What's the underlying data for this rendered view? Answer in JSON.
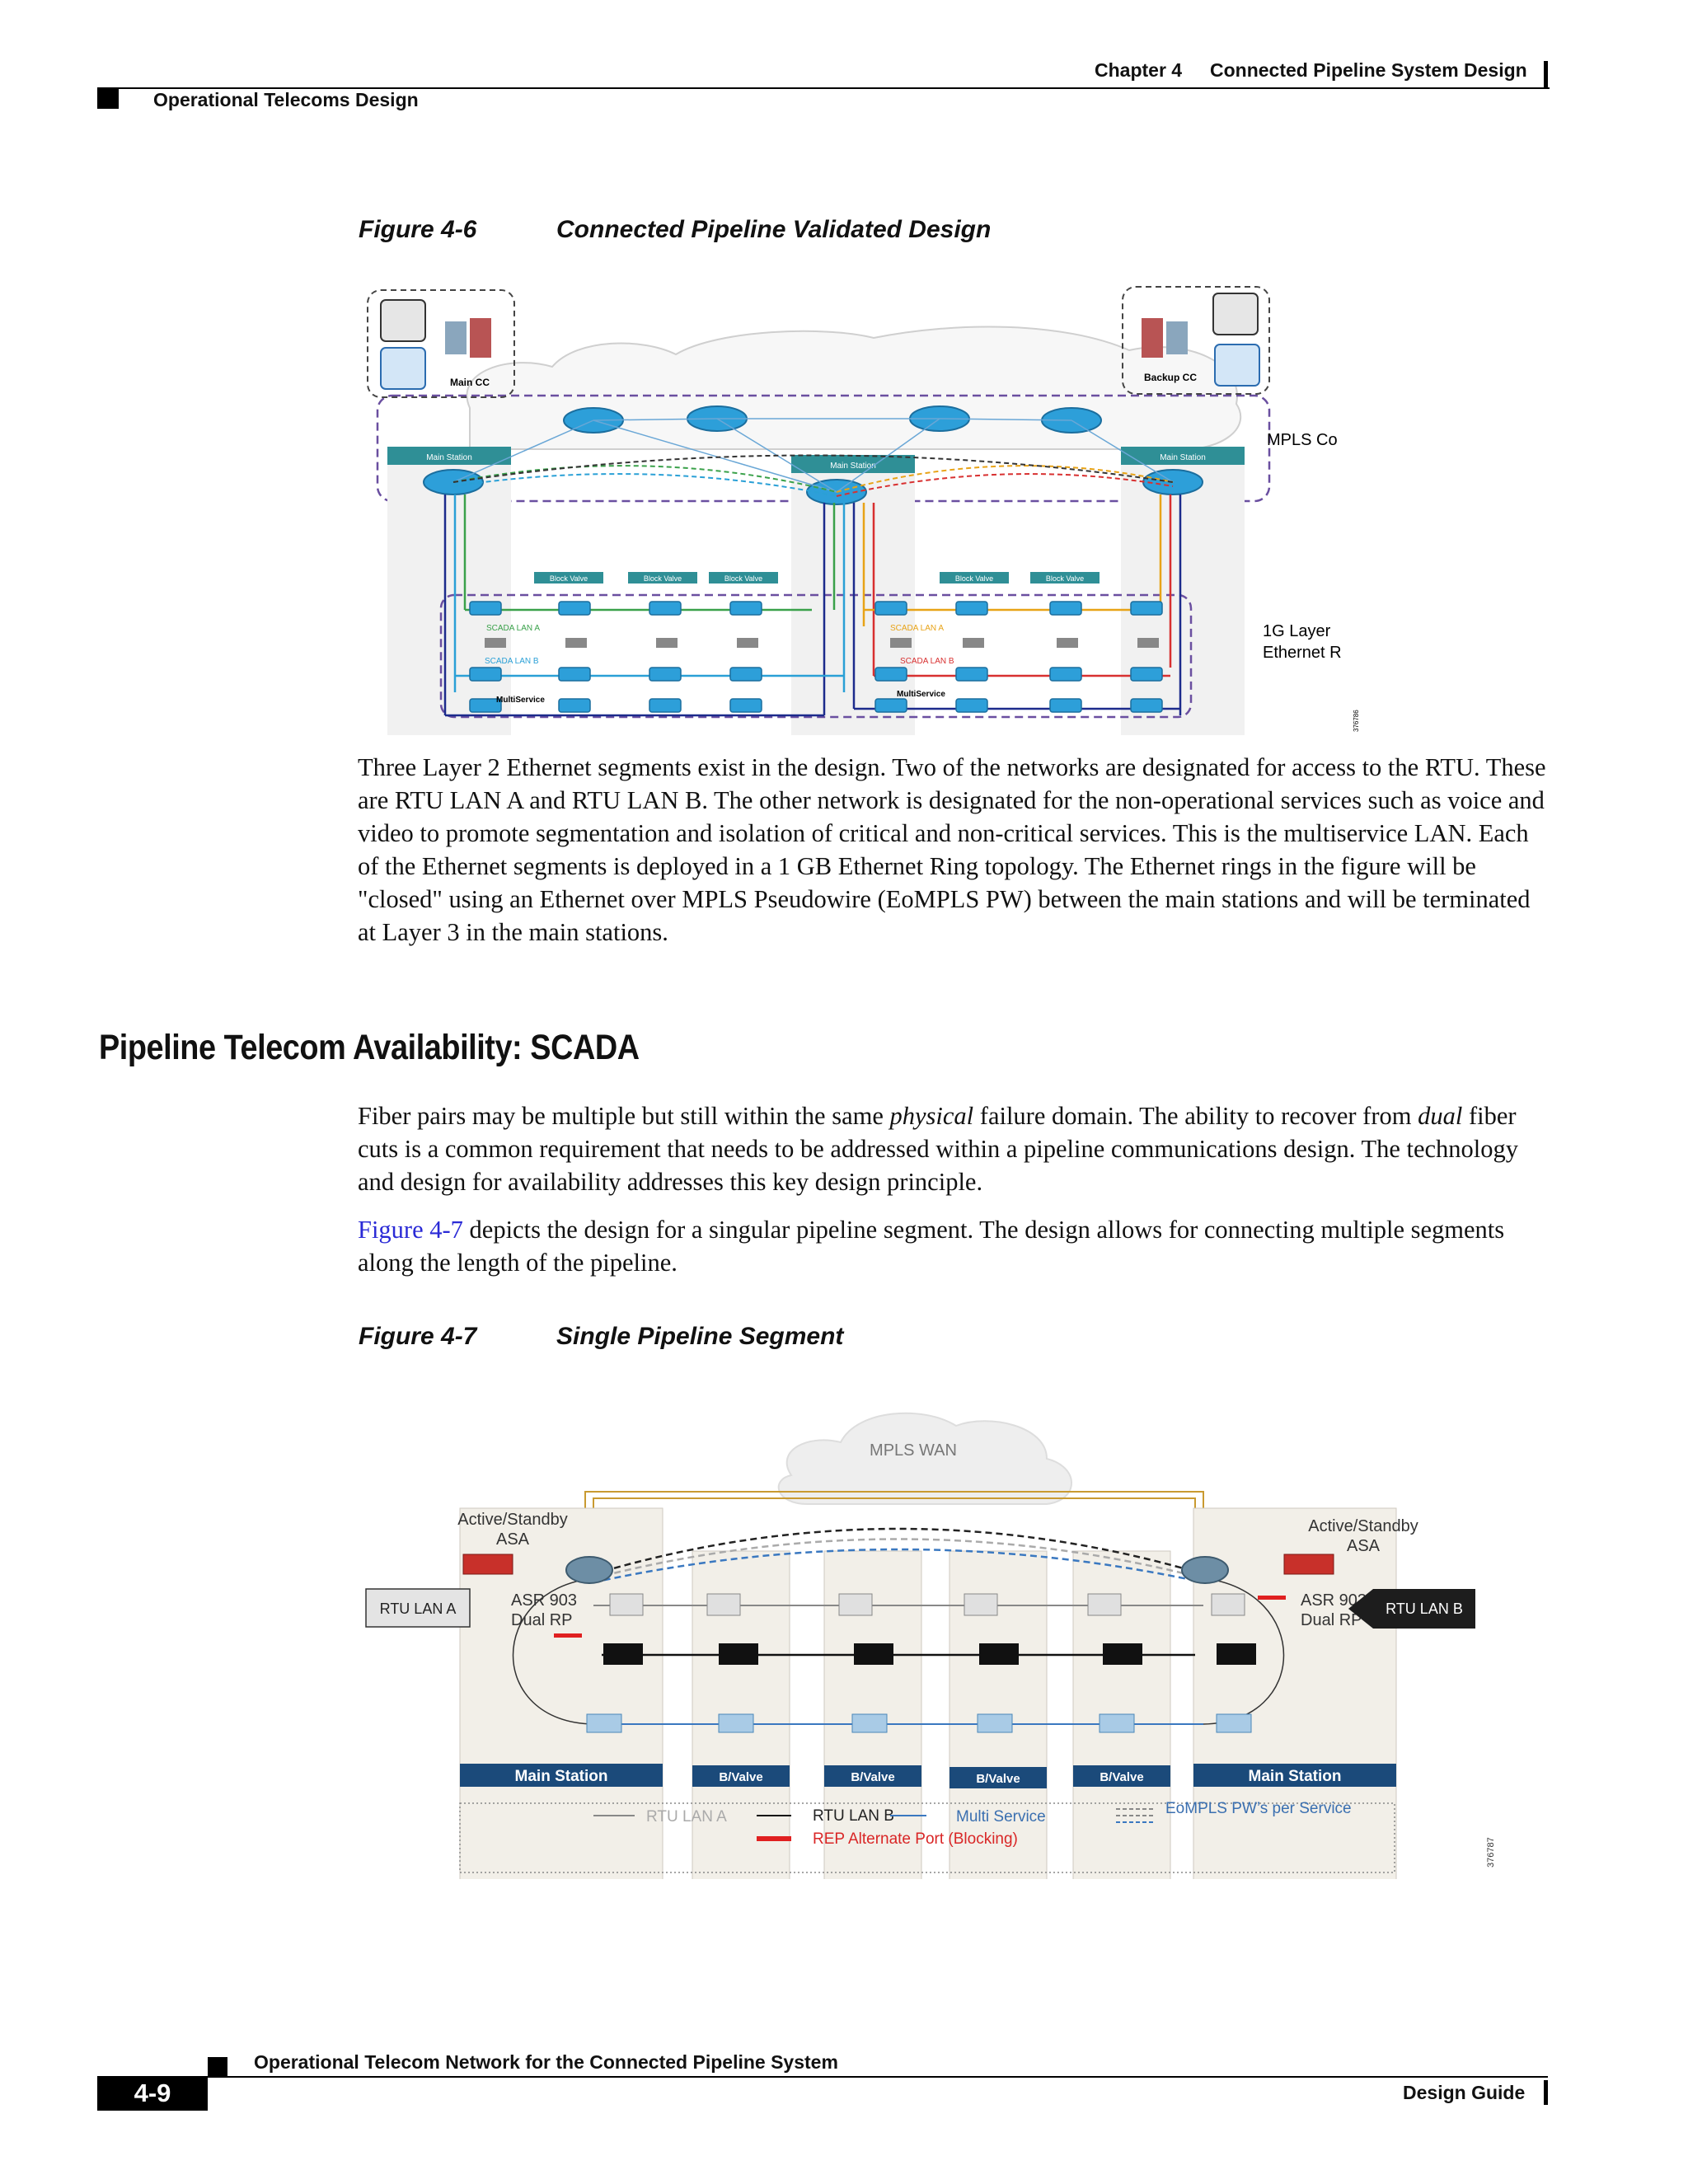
{
  "header": {
    "chapter_label": "Chapter 4",
    "chapter_title": "Connected Pipeline System Design",
    "section_label": "Operational Telecoms Design"
  },
  "figure_6": {
    "caption_number": "Figure 4-6",
    "caption_title": "Connected Pipeline Validated Design",
    "labels": {
      "main_cc": "Main CC",
      "backup_cc": "Backup CC",
      "mpls_core": "MPLS Co",
      "main_station": "Main Station",
      "block_valve": "Block Valve",
      "scada_lan_a": "SCADA LAN A",
      "scada_lan_b": "SCADA LAN B",
      "multiservice": "MultiService",
      "ring_line1": "1G Layer",
      "ring_line2": "Ethernet R",
      "figure_id": "376786"
    }
  },
  "paragraph_1": "Three Layer 2 Ethernet segments exist in the design. Two of the networks are designated for access to the RTU. These are RTU LAN A and RTU LAN B. The other network is designated for the non-operational services such as voice and video to promote segmentation and isolation of critical and non-critical services. This is the multiservice LAN. Each of the Ethernet segments is deployed in a 1 GB Ethernet Ring topology. The Ethernet rings in the figure will be \"closed\" using an Ethernet over MPLS Pseudowire (EoMPLS PW) between the main stations and will be terminated at Layer 3 in the main stations.",
  "section_heading": "Pipeline Telecom Availability: SCADA",
  "paragraph_2": {
    "part1": "Fiber pairs may be multiple but still within the same ",
    "em1": "physical",
    "part2": " failure domain. The ability to recover from ",
    "em2": "dual",
    "part3": " fiber cuts is a common requirement that needs to be addressed within a pipeline communications design. The technology and design for availability addresses this key design principle."
  },
  "paragraph_3": {
    "link": "Figure 4-7",
    "rest": " depicts the design for a singular pipeline segment. The design allows for connecting multiple segments along the length of the pipeline."
  },
  "figure_7": {
    "caption_number": "Figure 4-7",
    "caption_title": "Single Pipeline Segment",
    "labels": {
      "mpls_wan": "MPLS WAN",
      "active_standby_left_1": "Active/Standby",
      "active_standby_left_2": "ASA",
      "active_standby_right_1": "Active/Standby",
      "active_standby_right_2": "ASA",
      "asr_left_1": "ASR 903",
      "asr_left_2": "Dual RP",
      "asr_right_1": "ASR 903",
      "asr_right_2": "Dual RP",
      "rtu_lan_a_box": "RTU LAN A",
      "rtu_lan_b_box": "RTU LAN B",
      "main_station_left": "Main Station",
      "main_station_right": "Main Station",
      "bvalve_1": "B/Valve",
      "bvalve_2": "B/Valve",
      "bvalve_3": "B/Valve",
      "bvalve_4": "B/Valve",
      "legend_rtu_lan_a": "RTU LAN A",
      "legend_rtu_lan_b": "RTU LAN B",
      "legend_multi_service": "Multi Service",
      "legend_eompls": "EoMPLS PW’s per Service",
      "legend_rep": "REP Alternate Port (Blocking)",
      "figure_id": "376787"
    }
  },
  "footer": {
    "doc_title": "Operational Telecom Network for the Connected Pipeline System",
    "page_number": "4-9",
    "doc_type": "Design Guide"
  }
}
